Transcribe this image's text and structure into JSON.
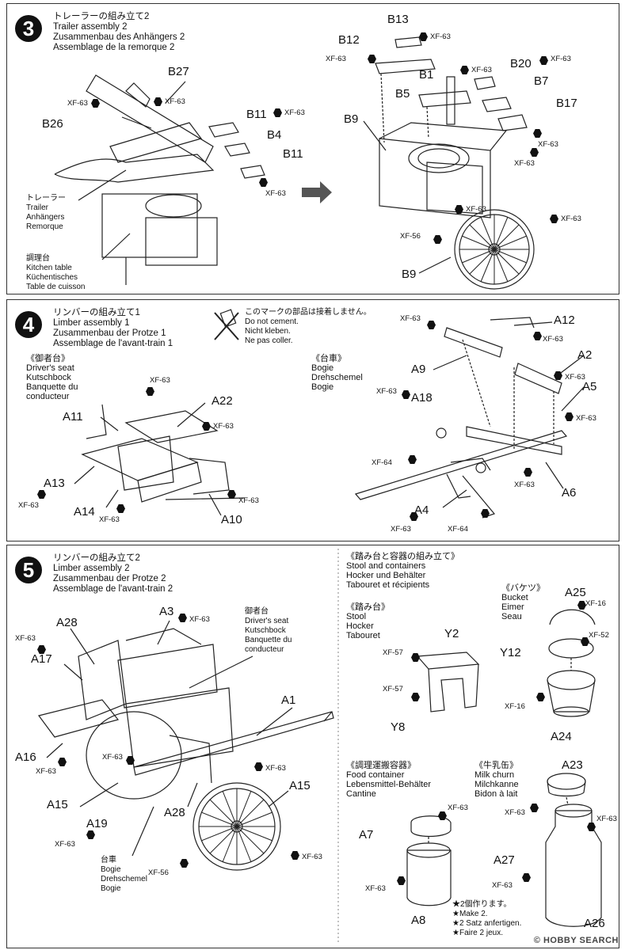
{
  "step3": {
    "number": "3",
    "title_jp": "トレーラーの組み立て2",
    "title_en": "Trailer assembly 2",
    "title_de": "Zusammenbau des Anhängers 2",
    "title_fr": "Assemblage de la remorque 2",
    "parts": [
      "B27",
      "B26",
      "B11",
      "B4",
      "B11",
      "B13",
      "B12",
      "B1",
      "B20",
      "B7",
      "B5",
      "B17",
      "B9",
      "B9"
    ],
    "trailer_label": [
      "トレーラー",
      "Trailer",
      "Anhängers",
      "Remorque"
    ],
    "kitchen_label": [
      "調理台",
      "Kitchen table",
      "Küchentisches",
      "Table de cuisson"
    ],
    "paints": [
      "XF-63",
      "XF-63",
      "XF-63",
      "XF-63",
      "XF-63",
      "XF-63",
      "XF-63",
      "XF-63",
      "XF-63",
      "XF-63",
      "XF-63",
      "XF-63",
      "XF-56"
    ]
  },
  "step4": {
    "number": "4",
    "title_jp": "リンバーの組み立て1",
    "title_en": "Limber assembly 1",
    "title_de": "Zusammenbau der Protze 1",
    "title_fr": "Assemblage de l'avant-train 1",
    "no_cement_jp": "このマークの部品は接着しません。",
    "no_cement_en": "Do not cement.",
    "no_cement_de": "Nicht kleben.",
    "no_cement_fr": "Ne pas coller.",
    "drivers_seat": [
      "《御者台》",
      "Driver's seat",
      "Kutschbock",
      "Banquette du",
      "conducteur"
    ],
    "bogie": [
      "《台車》",
      "Bogie",
      "Drehschemel",
      "Bogie"
    ],
    "parts": [
      "A22",
      "A11",
      "A13",
      "A14",
      "A10",
      "A12",
      "A9",
      "A2",
      "A5",
      "A18",
      "A6",
      "A4"
    ],
    "paints": [
      "XF-63",
      "XF-63",
      "XF-63",
      "XF-63",
      "XF-63",
      "XF-63",
      "XF-63",
      "XF-63",
      "XF-63",
      "XF-63",
      "XF-64",
      "XF-63",
      "XF-63",
      "XF-64"
    ]
  },
  "step5": {
    "number": "5",
    "title_jp": "リンバーの組み立て2",
    "title_en": "Limber assembly 2",
    "title_de": "Zusammenbau der Protze 2",
    "title_fr": "Assemblage de l'avant-train 2",
    "drivers_seat": [
      "御者台",
      "Driver's seat",
      "Kutschbock",
      "Banquette du",
      "conducteur"
    ],
    "bogie": [
      "台車",
      "Bogie",
      "Drehschemel",
      "Bogie"
    ],
    "parts": [
      "A3",
      "A28",
      "A17",
      "A1",
      "A16",
      "A15",
      "A15",
      "A19",
      "A28"
    ],
    "paints": [
      "XF-63",
      "XF-63",
      "XF-63",
      "XF-63",
      "XF-63",
      "XF-63",
      "XF-56",
      "XF-63"
    ]
  },
  "containers": {
    "title_jp": "《踏み台と容器の組み立て》",
    "title_en": "Stool and containers",
    "title_de": "Hocker und Behälter",
    "title_fr": "Tabouret et récipients",
    "stool": [
      "《踏み台》",
      "Stool",
      "Hocker",
      "Tabouret"
    ],
    "stool_parts": [
      "Y2",
      "Y8"
    ],
    "stool_paints": [
      "XF-57",
      "XF-57"
    ],
    "bucket": [
      "《バケツ》",
      "Bucket",
      "Eimer",
      "Seau"
    ],
    "bucket_parts": [
      "A25",
      "Y12",
      "A24"
    ],
    "bucket_paints": [
      "XF-16",
      "XF-52",
      "XF-16"
    ],
    "food": [
      "《調理運搬容器》",
      "Food container",
      "Lebensmittel-Behälter",
      "Cantine"
    ],
    "food_parts": [
      "A7",
      "A8"
    ],
    "food_paints": [
      "XF-63",
      "XF-63"
    ],
    "milk": [
      "《牛乳缶》",
      "Milk churn",
      "Milchkanne",
      "Bidon à lait"
    ],
    "milk_parts": [
      "A23",
      "A27",
      "A26"
    ],
    "milk_paints": [
      "XF-63",
      "XF-63",
      "XF-63"
    ],
    "make2": [
      "★2個作ります。",
      "★Make 2.",
      "★2 Satz anfertigen.",
      "★Faire 2 jeux."
    ]
  },
  "watermark": "© HOBBY SEARCH"
}
